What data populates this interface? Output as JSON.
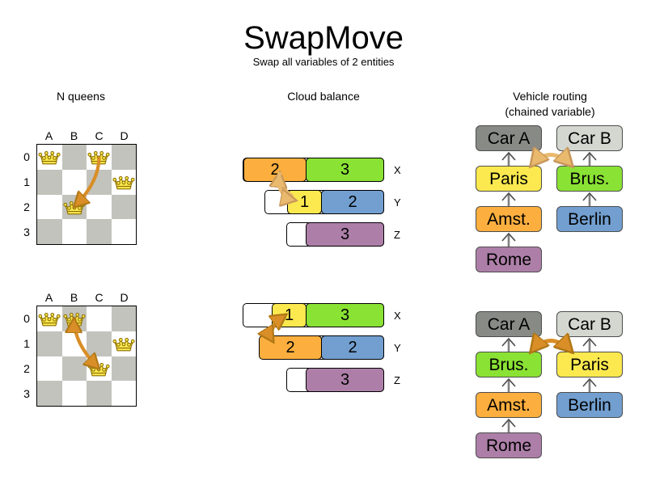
{
  "header": {
    "title": "SwapMove",
    "subtitle": "Swap all variables of 2 entities"
  },
  "sections": {
    "nqueens": {
      "title": "N queens"
    },
    "cloud": {
      "title": "Cloud balance"
    },
    "vrp": {
      "title": "Vehicle routing\n(chained variable)",
      "title_line1": "Vehicle routing",
      "title_line2": "(chained variable)"
    }
  },
  "colors": {
    "yellow": "#fce94f",
    "green": "#8ae234",
    "orange": "#fcaf3e",
    "blue": "#729fcf",
    "purple": "#ad7fa8",
    "dark_gray": "#888a85",
    "light_gray": "#d3d7cf",
    "board_dark": "#c3c3bd",
    "board_light": "#ffffff",
    "arrow_light": "#e9b96e",
    "arrow_dark": "#d98e27",
    "queen_gold": "#fce94f"
  },
  "nqueens": {
    "columns": [
      "A",
      "B",
      "C",
      "D"
    ],
    "rows": [
      "0",
      "1",
      "2",
      "3"
    ],
    "before": {
      "queens": [
        {
          "col": 0,
          "row": 0
        },
        {
          "col": 2,
          "row": 0
        },
        {
          "col": 3,
          "row": 1
        },
        {
          "col": 1,
          "row": 2
        }
      ],
      "arrow": {
        "from": {
          "col": 2,
          "row": 0
        },
        "to": {
          "col": 1,
          "row": 2
        },
        "double": false
      }
    },
    "after": {
      "queens": [
        {
          "col": 0,
          "row": 0
        },
        {
          "col": 1,
          "row": 0
        },
        {
          "col": 3,
          "row": 1
        },
        {
          "col": 2,
          "row": 2
        }
      ],
      "arrow": {
        "from": {
          "col": 1,
          "row": 0
        },
        "to": {
          "col": 2,
          "row": 2
        },
        "double": true
      }
    }
  },
  "cloud_balance": {
    "before": [
      {
        "label": "X",
        "indent": 0,
        "segments": [
          {
            "value": "2",
            "color": "#fcaf3e",
            "width": 78
          },
          {
            "value": "3",
            "color": "#8ae234",
            "width": 97
          }
        ]
      },
      {
        "label": "Y",
        "indent": 27,
        "segments": [
          {
            "value": "1",
            "color": "#fce94f",
            "width": 43
          },
          {
            "value": "2",
            "color": "#729fcf",
            "width": 78
          }
        ]
      },
      {
        "label": "Z",
        "indent": 54,
        "segments": [
          {
            "value": "3",
            "color": "#ad7fa8",
            "width": 97
          }
        ]
      }
    ],
    "after": [
      {
        "label": "X",
        "indent": 0,
        "segments": [
          {
            "value": "1",
            "color": "#fce94f",
            "width": 43
          },
          {
            "value": "3",
            "color": "#8ae234",
            "width": 97
          }
        ]
      },
      {
        "label": "Y",
        "indent": 27,
        "segments": [
          {
            "value": "2",
            "color": "#fcaf3e",
            "width": 78
          },
          {
            "value": "2",
            "color": "#729fcf",
            "width": 78
          }
        ]
      },
      {
        "label": "Z",
        "indent": 54,
        "segments": [
          {
            "value": "3",
            "color": "#ad7fa8",
            "width": 97
          }
        ]
      }
    ]
  },
  "vehicle_routing": {
    "before": {
      "left_chain": [
        {
          "label": "Car A",
          "color": "#888a85"
        },
        {
          "label": "Paris",
          "color": "#fce94f"
        },
        {
          "label": "Amst.",
          "color": "#fcaf3e"
        },
        {
          "label": "Rome",
          "color": "#ad7fa8"
        }
      ],
      "right_chain": [
        {
          "label": "Car B",
          "color": "#d3d7cf"
        },
        {
          "label": "Brus.",
          "color": "#8ae234"
        },
        {
          "label": "Berlin",
          "color": "#729fcf"
        }
      ]
    },
    "after": {
      "left_chain": [
        {
          "label": "Car A",
          "color": "#888a85"
        },
        {
          "label": "Brus.",
          "color": "#8ae234"
        },
        {
          "label": "Amst.",
          "color": "#fcaf3e"
        },
        {
          "label": "Rome",
          "color": "#ad7fa8"
        }
      ],
      "right_chain": [
        {
          "label": "Car B",
          "color": "#d3d7cf"
        },
        {
          "label": "Paris",
          "color": "#fce94f"
        },
        {
          "label": "Berlin",
          "color": "#729fcf"
        }
      ]
    }
  }
}
